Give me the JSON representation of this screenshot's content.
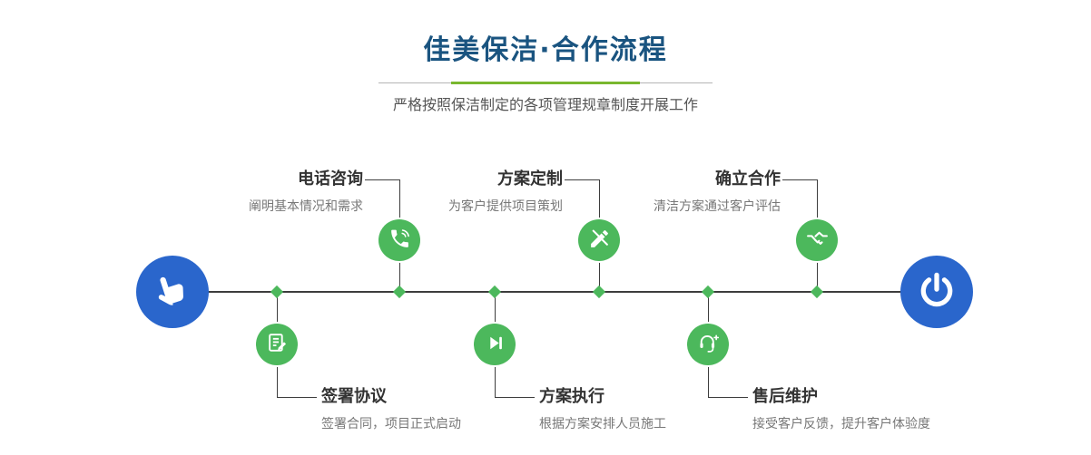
{
  "header": {
    "title": "佳美保洁·合作流程",
    "subtitle": "严格按照保洁制定的各项管理规章制度开展工作"
  },
  "steps_top": [
    {
      "title": "电话咨询",
      "desc": "阐明基本情况和需求",
      "icon": "phone-icon"
    },
    {
      "title": "方案定制",
      "desc": "为客户提供项目策划",
      "icon": "pencil-ruler-icon"
    },
    {
      "title": "确立合作",
      "desc": "清洁方案通过客户评估",
      "icon": "handshake-icon"
    }
  ],
  "steps_bottom": [
    {
      "title": "签署协议",
      "desc": "签署合同，项目正式启动",
      "icon": "document-sign-icon"
    },
    {
      "title": "方案执行",
      "desc": "根据方案安排人员施工",
      "icon": "play-forward-icon"
    },
    {
      "title": "售后维护",
      "desc": "接受客户反馈，提升客户体验度",
      "icon": "headset-plus-icon"
    }
  ],
  "endpoints": {
    "start_icon": "pointing-hand-icon",
    "end_icon": "power-icon"
  },
  "colors": {
    "title_blue": "#1a5480",
    "divider_green": "#79b72e",
    "node_green": "#4cb85c",
    "endpoint_blue": "#2a66cc",
    "line_dark": "#3d3d3d"
  }
}
